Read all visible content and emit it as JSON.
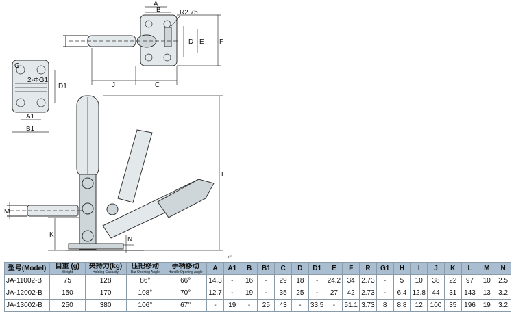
{
  "drawing_labels": {
    "A": "A",
    "B": "B",
    "R": "R2.75",
    "D": "D",
    "E": "E",
    "F": "F",
    "J": "J",
    "C": "C",
    "D1": "D1",
    "A1": "A1",
    "B1": "B1",
    "G": "G",
    "phi": "2-ΦG1",
    "L": "L",
    "M": "M",
    "K": "K",
    "N": "N"
  },
  "return_mark": "↵",
  "table": {
    "headers": [
      {
        "main": "型号(Model)",
        "sub": ""
      },
      {
        "main": "自重 (g)",
        "sub": "Weight"
      },
      {
        "main": "夹持力(kg)",
        "sub": "Holding Capacity"
      },
      {
        "main": "压把移动",
        "sub": "Bar Opening Angle"
      },
      {
        "main": "手柄移动",
        "sub": "Handle Opening Angle"
      },
      {
        "main": "A",
        "sub": ""
      },
      {
        "main": "A1",
        "sub": ""
      },
      {
        "main": "B",
        "sub": ""
      },
      {
        "main": "B1",
        "sub": ""
      },
      {
        "main": "C",
        "sub": ""
      },
      {
        "main": "D",
        "sub": ""
      },
      {
        "main": "D1",
        "sub": ""
      },
      {
        "main": "E",
        "sub": ""
      },
      {
        "main": "F",
        "sub": ""
      },
      {
        "main": "R",
        "sub": ""
      },
      {
        "main": "G1",
        "sub": ""
      },
      {
        "main": "H",
        "sub": ""
      },
      {
        "main": "I",
        "sub": ""
      },
      {
        "main": "J",
        "sub": ""
      },
      {
        "main": "K",
        "sub": ""
      },
      {
        "main": "L",
        "sub": ""
      },
      {
        "main": "M",
        "sub": ""
      },
      {
        "main": "N",
        "sub": ""
      }
    ],
    "rows": [
      [
        "JA-11002-B",
        "75",
        "128",
        "86°",
        "66°",
        "14.3",
        "-",
        "16",
        "-",
        "29",
        "18",
        "-",
        "24.2",
        "34",
        "2.73",
        "-",
        "5",
        "10",
        "38",
        "22",
        "97",
        "10",
        "2.5"
      ],
      [
        "JA-12002-B",
        "150",
        "170",
        "108°",
        "70°",
        "12.7",
        "-",
        "19",
        "-",
        "35",
        "25",
        "-",
        "27",
        "42",
        "2.73",
        "-",
        "6.4",
        "12.8",
        "44",
        "31",
        "143",
        "13",
        "3.2"
      ],
      [
        "JA-13002-B",
        "250",
        "380",
        "106°",
        "67°",
        "-",
        "19",
        "-",
        "25",
        "43",
        "-",
        "33.5",
        "-",
        "51.1",
        "3.73",
        "8",
        "8.8",
        "12",
        "100",
        "35",
        "196",
        "19",
        "3.2"
      ]
    ]
  }
}
